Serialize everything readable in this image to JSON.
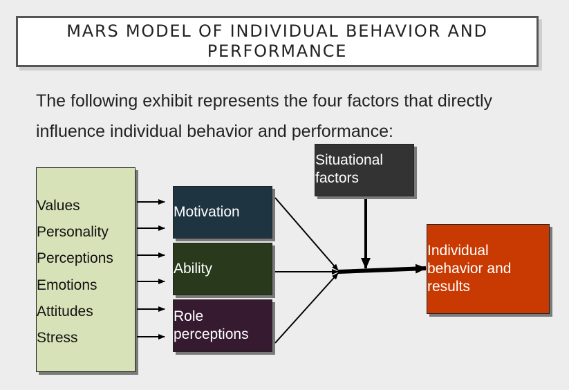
{
  "title": "MARS MODEL OF INDIVIDUAL BEHAVIOR AND PERFORMANCE",
  "intro": "The following exhibit represents the four factors that directly influence individual behavior and performance:",
  "factors": [
    "Values",
    "Personality",
    "Perceptions",
    "Emotions",
    "Attitudes",
    "Stress"
  ],
  "nodes": {
    "motivation": "Motivation",
    "ability": "Ability",
    "role_perceptions": "Role perceptions",
    "situational_factors": "Situational factors",
    "outcome": "Individual behavior and results"
  },
  "colors": {
    "factors_bg": "#d8e2b8",
    "motivation_bg": "#1e3440",
    "ability_bg": "#28391c",
    "role_bg": "#351a30",
    "situational_bg": "#333333",
    "outcome_bg": "#c83a02"
  }
}
